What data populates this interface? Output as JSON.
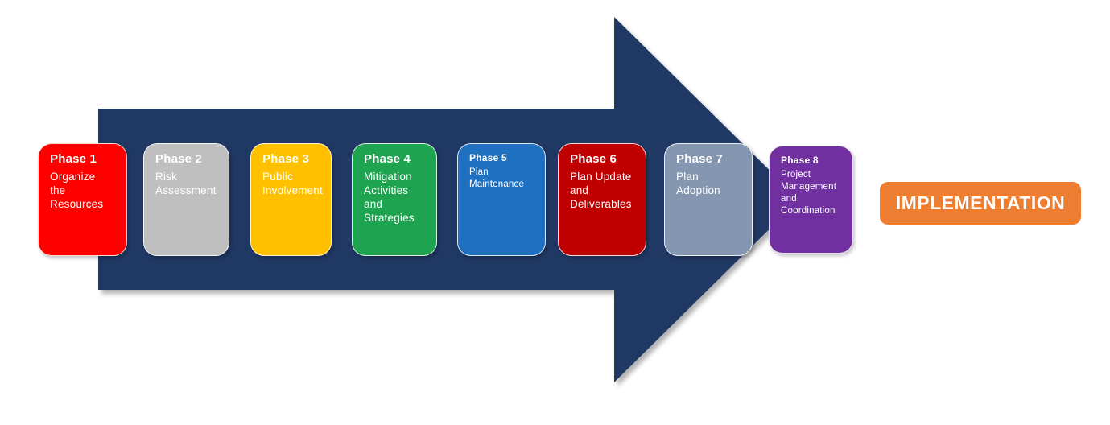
{
  "diagram": {
    "title": "Plan process phases flow",
    "background_color": "#FFFFFF",
    "arrow_color": "#203864",
    "phases": [
      {
        "title": "Phase 1",
        "label": "Organize\nthe\nResources",
        "color": "#FF0000"
      },
      {
        "title": "Phase 2",
        "label": "Risk\nAssessment",
        "color": "#BFBFBF"
      },
      {
        "title": "Phase 3",
        "label": "Public\nInvolvement",
        "color": "#FFC000"
      },
      {
        "title": "Phase 4",
        "label": "Mitigation\nActivities\nand\nStrategies",
        "color": "#1EA350"
      },
      {
        "title": "Phase 5",
        "label": "Plan\nMaintenance",
        "color": "#1F70C0"
      },
      {
        "title": "Phase 6",
        "label": "Plan Update\nand\nDeliverables",
        "color": "#C00000"
      },
      {
        "title": "Phase 7",
        "label": "Plan\nAdoption",
        "color": "#8496B0"
      },
      {
        "title": "Phase 8",
        "label": "Project\nManagement\nand\nCoordination",
        "color": "#7030A0"
      }
    ],
    "implementation": {
      "label": "IMPLEMENTATION",
      "color": "#ED7D31"
    }
  }
}
